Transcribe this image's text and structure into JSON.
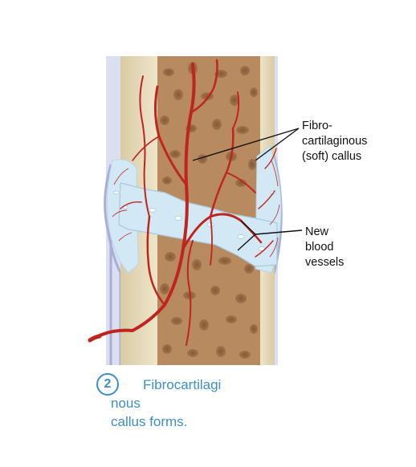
{
  "labels": {
    "callus": [
      "Fibro-",
      "cartilaginous",
      "(soft) callus"
    ],
    "vessels": [
      "New",
      "blood",
      "vessels"
    ]
  },
  "step": {
    "number": "2",
    "caption": [
      "Fibrocartilagi",
      "nous",
      "callus forms."
    ]
  },
  "colors": {
    "accent": "#3d8fc4",
    "spongy_bone": "#b88a5f",
    "compact_bone": "#eae0c2",
    "callus": "#d2e8f4",
    "vessels": "#c0241e",
    "periosteum": "#c2c6e4"
  }
}
